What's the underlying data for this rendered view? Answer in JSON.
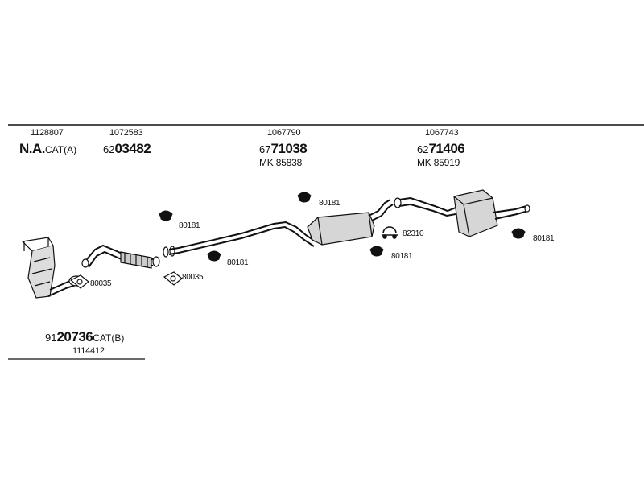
{
  "colors": {
    "line": "#111111",
    "background": "#ffffff",
    "shade": "#d6d6d6"
  },
  "top_labels": [
    {
      "ref": "1128807",
      "code_prefix": "",
      "code_main": "N.A.",
      "code_suffix": "CAT(A)",
      "mk": ""
    },
    {
      "ref": "1072583",
      "code_prefix": "62",
      "code_main": "03482",
      "code_suffix": "",
      "mk": ""
    },
    {
      "ref": "1067790",
      "code_prefix": "67",
      "code_main": "71038",
      "code_suffix": "",
      "mk": "MK 85838"
    },
    {
      "ref": "1067743",
      "code_prefix": "62",
      "code_main": "71406",
      "code_suffix": "",
      "mk": "MK 85919"
    }
  ],
  "bottom_label": {
    "code_prefix": "91",
    "code_main": "20736",
    "code_suffix": "CAT(B)",
    "ref": "1114412"
  },
  "part_labels": [
    {
      "id": "hanger-1",
      "text": "80181"
    },
    {
      "id": "hanger-2",
      "text": "80181"
    },
    {
      "id": "hanger-3",
      "text": "80181"
    },
    {
      "id": "hanger-4",
      "text": "80181"
    },
    {
      "id": "hanger-5",
      "text": "80181"
    },
    {
      "id": "gasket-1",
      "text": "80035"
    },
    {
      "id": "gasket-2",
      "text": "80035"
    },
    {
      "id": "clamp-1",
      "text": "82310"
    }
  ]
}
